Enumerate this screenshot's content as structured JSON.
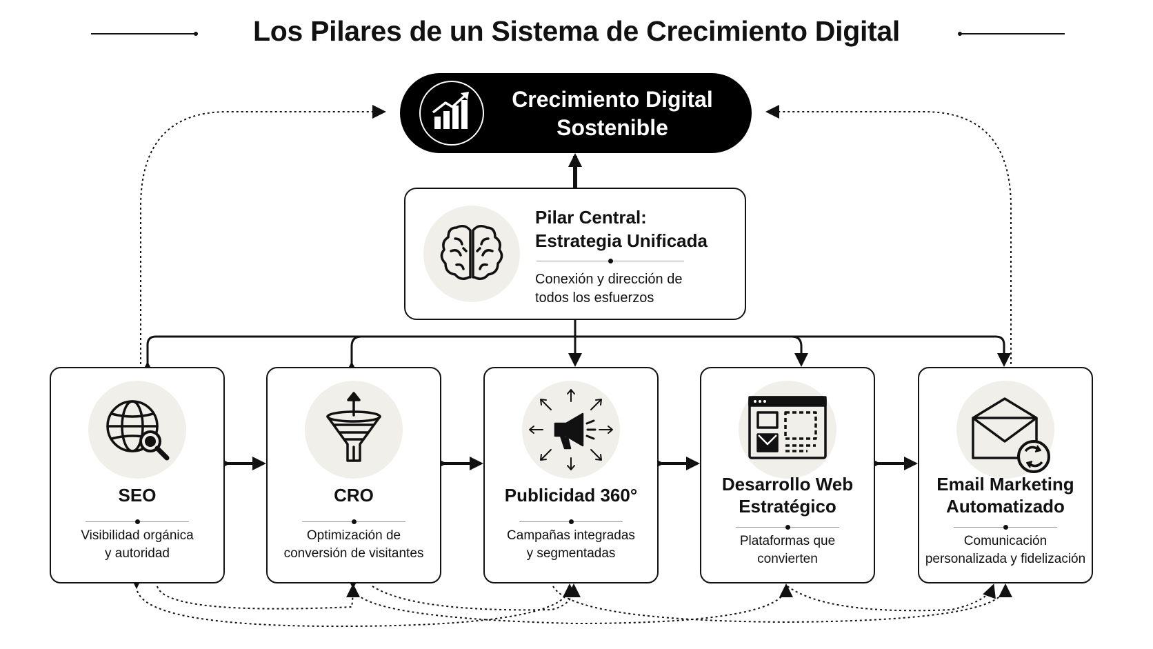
{
  "title": "Los Pilares de un Sistema de Crecimiento Digital",
  "goal": {
    "line1": "Crecimiento Digital",
    "line2": "Sostenible",
    "icon": "growth-chart-icon"
  },
  "central": {
    "title_line1": "Pilar Central:",
    "title_line2": "Estrategia Unificada",
    "desc_line1": "Conexión y dirección de",
    "desc_line2": "todos los esfuerzos",
    "icon": "brain-icon"
  },
  "pillars": [
    {
      "title": [
        "SEO"
      ],
      "desc": [
        "Visibilidad orgánica",
        "y autoridad"
      ],
      "icon": "globe-search-icon"
    },
    {
      "title": [
        "CRO"
      ],
      "desc": [
        "Optimización de",
        "conversión de visitantes"
      ],
      "icon": "funnel-icon"
    },
    {
      "title": [
        "Publicidad 360°"
      ],
      "desc": [
        "Campañas integradas",
        "y segmentadas"
      ],
      "icon": "megaphone-icon"
    },
    {
      "title": [
        "Desarrollo Web",
        "Estratégico"
      ],
      "desc": [
        "Plataformas que",
        "convierten"
      ],
      "icon": "browser-window-icon"
    },
    {
      "title": [
        "Email Marketing",
        "Automatizado"
      ],
      "desc": [
        "Comunicación",
        "personalizada y fidelización"
      ],
      "icon": "email-automation-icon"
    }
  ],
  "colors": {
    "ink": "#111111",
    "icon_background": "#f1efea",
    "pill_background": "#000000",
    "pill_text": "#ffffff"
  }
}
